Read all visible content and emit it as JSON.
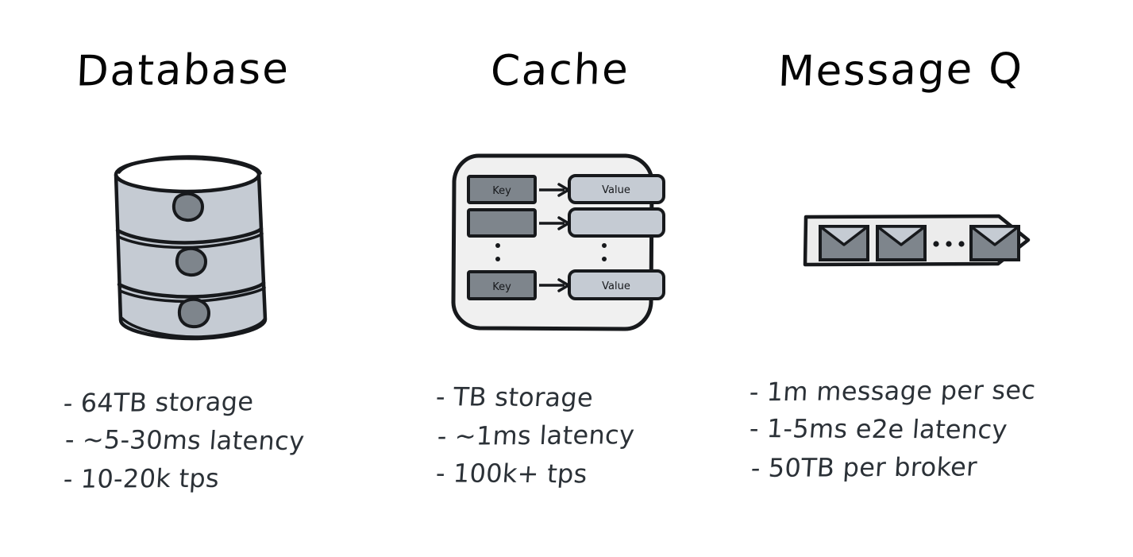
{
  "page": {
    "background_color": "#ffffff",
    "text_color": "#2b3137",
    "title_color": "#050505",
    "accent_fill": "#c5cbd3",
    "accent_dark": "#7e858c",
    "panel_fill": "#f0f0f0",
    "stroke_color": "#17191c"
  },
  "columns": [
    {
      "id": "database",
      "title": "Database",
      "icon": "database-cylinder-icon",
      "bullets": [
        {
          "dash": "-",
          "text": "64TB storage"
        },
        {
          "dash": "-",
          "text": "~5-30ms latency"
        },
        {
          "dash": "-",
          "text": "10-20k tps"
        }
      ]
    },
    {
      "id": "cache",
      "title": "Cache",
      "icon": "cache-keyvalue-icon",
      "bullets": [
        {
          "dash": "-",
          "text": "TB storage"
        },
        {
          "dash": "-",
          "text": "~1ms latency"
        },
        {
          "dash": "-",
          "text": "100k+ tps"
        }
      ]
    },
    {
      "id": "queue",
      "title": "Message Q",
      "icon": "message-queue-icon",
      "bullets": [
        {
          "dash": "-",
          "text": "1m message per sec"
        },
        {
          "dash": "-",
          "text": "1-5ms e2e latency"
        },
        {
          "dash": "-",
          "text": "50TB per broker"
        }
      ]
    }
  ],
  "cache_icon": {
    "rows": [
      {
        "key_label": "Key",
        "value_label": "Value"
      },
      {
        "key_label": "",
        "value_label": ""
      },
      {
        "key_label": "Key",
        "value_label": "Value"
      }
    ],
    "ellipsis": "⋮"
  },
  "queue_icon": {
    "envelope_count": 3,
    "ellipsis": "· · ·"
  }
}
